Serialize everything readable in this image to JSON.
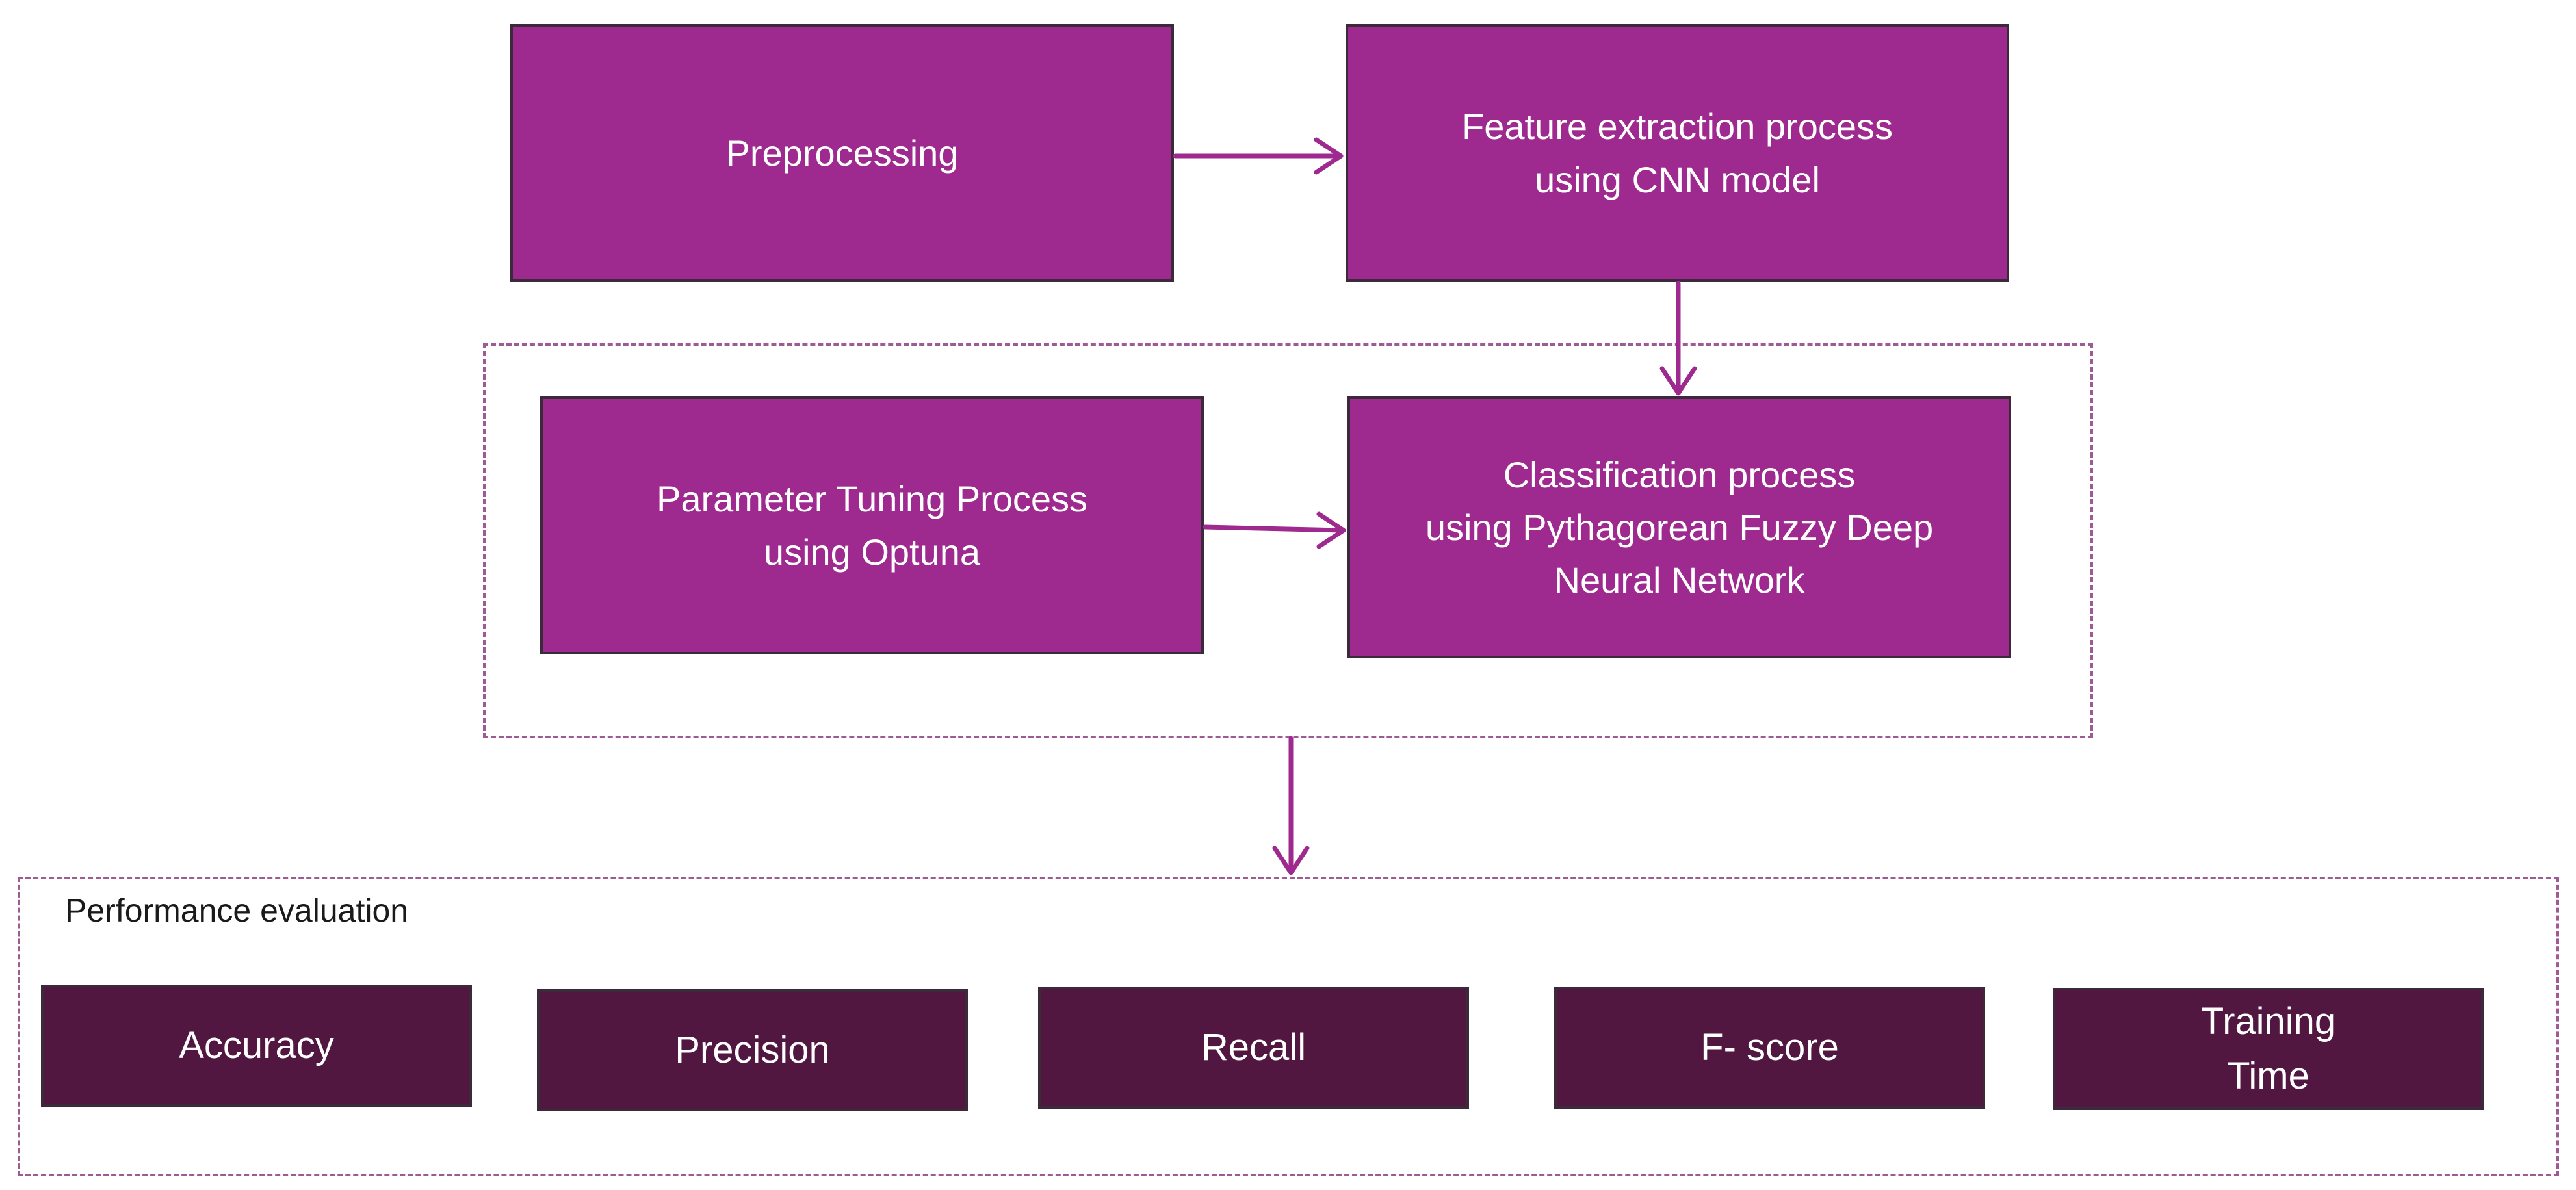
{
  "colors": {
    "process_box": "#9e2a8f",
    "metric_box": "#521741",
    "arrow": "#9e2a8f",
    "dashed_border": "#9e5a92"
  },
  "nodes": {
    "preprocessing": "Preprocessing",
    "feature_extraction": "Feature extraction process\nusing CNN model",
    "parameter_tuning": "Parameter Tuning Process\nusing Optuna",
    "classification": "Classification process\nusing Pythagorean Fuzzy Deep\nNeural Network"
  },
  "evaluation": {
    "title": "Performance evaluation",
    "metrics": [
      "Accuracy",
      "Precision",
      "Recall",
      "F- score",
      "Training\nTime"
    ]
  }
}
